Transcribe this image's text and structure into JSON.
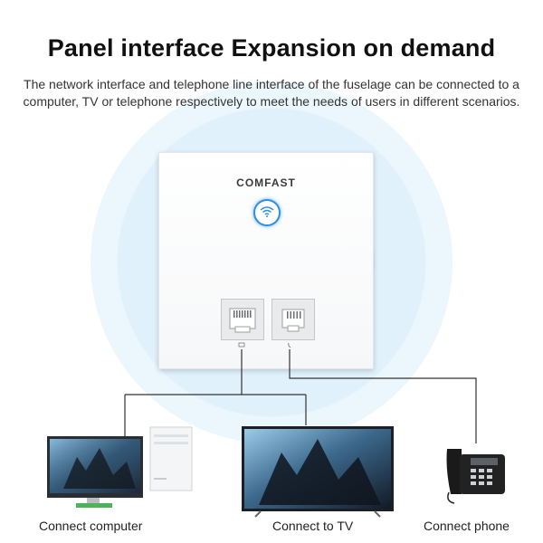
{
  "heading": "Panel interface Expansion on demand",
  "description": "The network interface and telephone line interface of the fuselage can be connected to a computer, TV or telephone respectively to meet the needs of users in different scenarios.",
  "panel": {
    "brand": "COMFAST",
    "button_icon": "wifi-icon",
    "ports": [
      {
        "name": "lan-port",
        "icon": "monitor-icon"
      },
      {
        "name": "phone-port",
        "icon": "phone-icon"
      }
    ]
  },
  "devices": [
    {
      "label": "Connect computer",
      "icon": "computer-icon"
    },
    {
      "label": "Connect to TV",
      "icon": "tv-icon"
    },
    {
      "label": "Connect phone",
      "icon": "telephone-icon"
    }
  ],
  "colors": {
    "accent": "#2d8fe0",
    "glow": "#96cdee",
    "line": "#333333"
  }
}
